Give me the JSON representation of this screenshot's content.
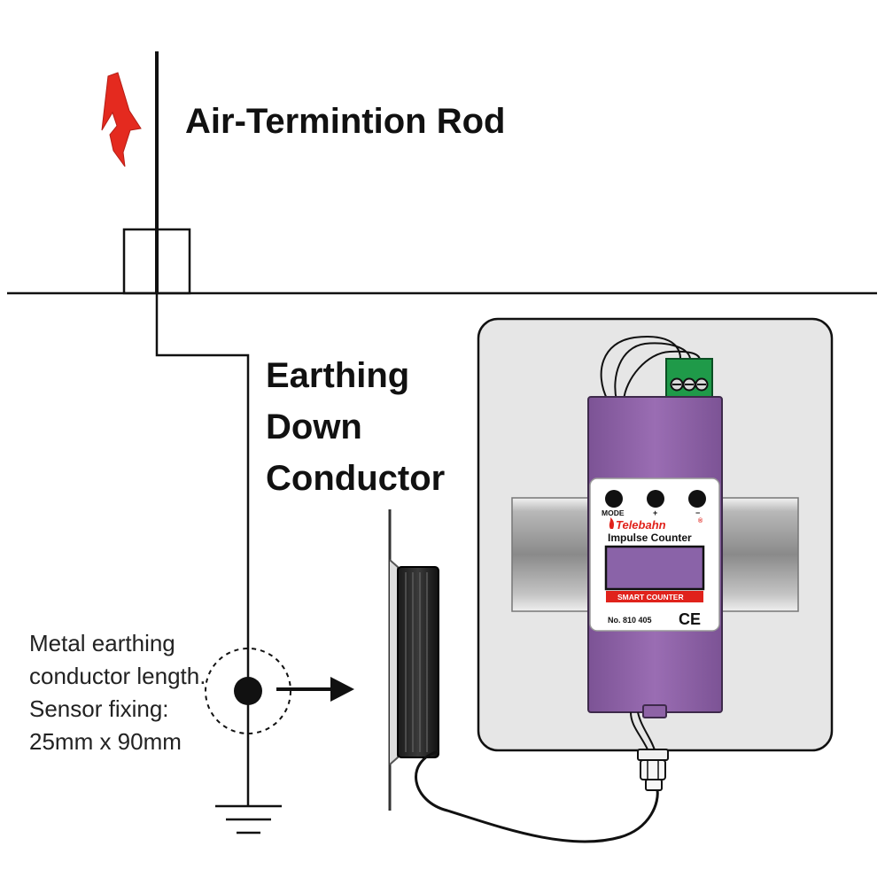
{
  "labels": {
    "air_rod": "Air-Termintion Rod",
    "down_conductor": [
      "Earthing",
      "Down",
      "Conductor"
    ],
    "note": [
      "Metal earthing",
      "conductor length.",
      "Sensor fixing:",
      "25mm x 90mm"
    ]
  },
  "device": {
    "brand": "Telebahn",
    "brand_mark": "®",
    "model": "Impulse Counter",
    "band_text": "SMART COUNTER",
    "part_number": "No. 810 405",
    "cert_mark": "CE",
    "buttons": [
      "MODE",
      "+",
      "−"
    ]
  },
  "colors": {
    "housing": "#8e63a6",
    "housing_dark": "#6d4a83",
    "band_red": "#e0221b",
    "bolt_red": "#e42a1f",
    "terminal_green": "#1f9a49",
    "panel_grey": "#e6e6e6"
  }
}
